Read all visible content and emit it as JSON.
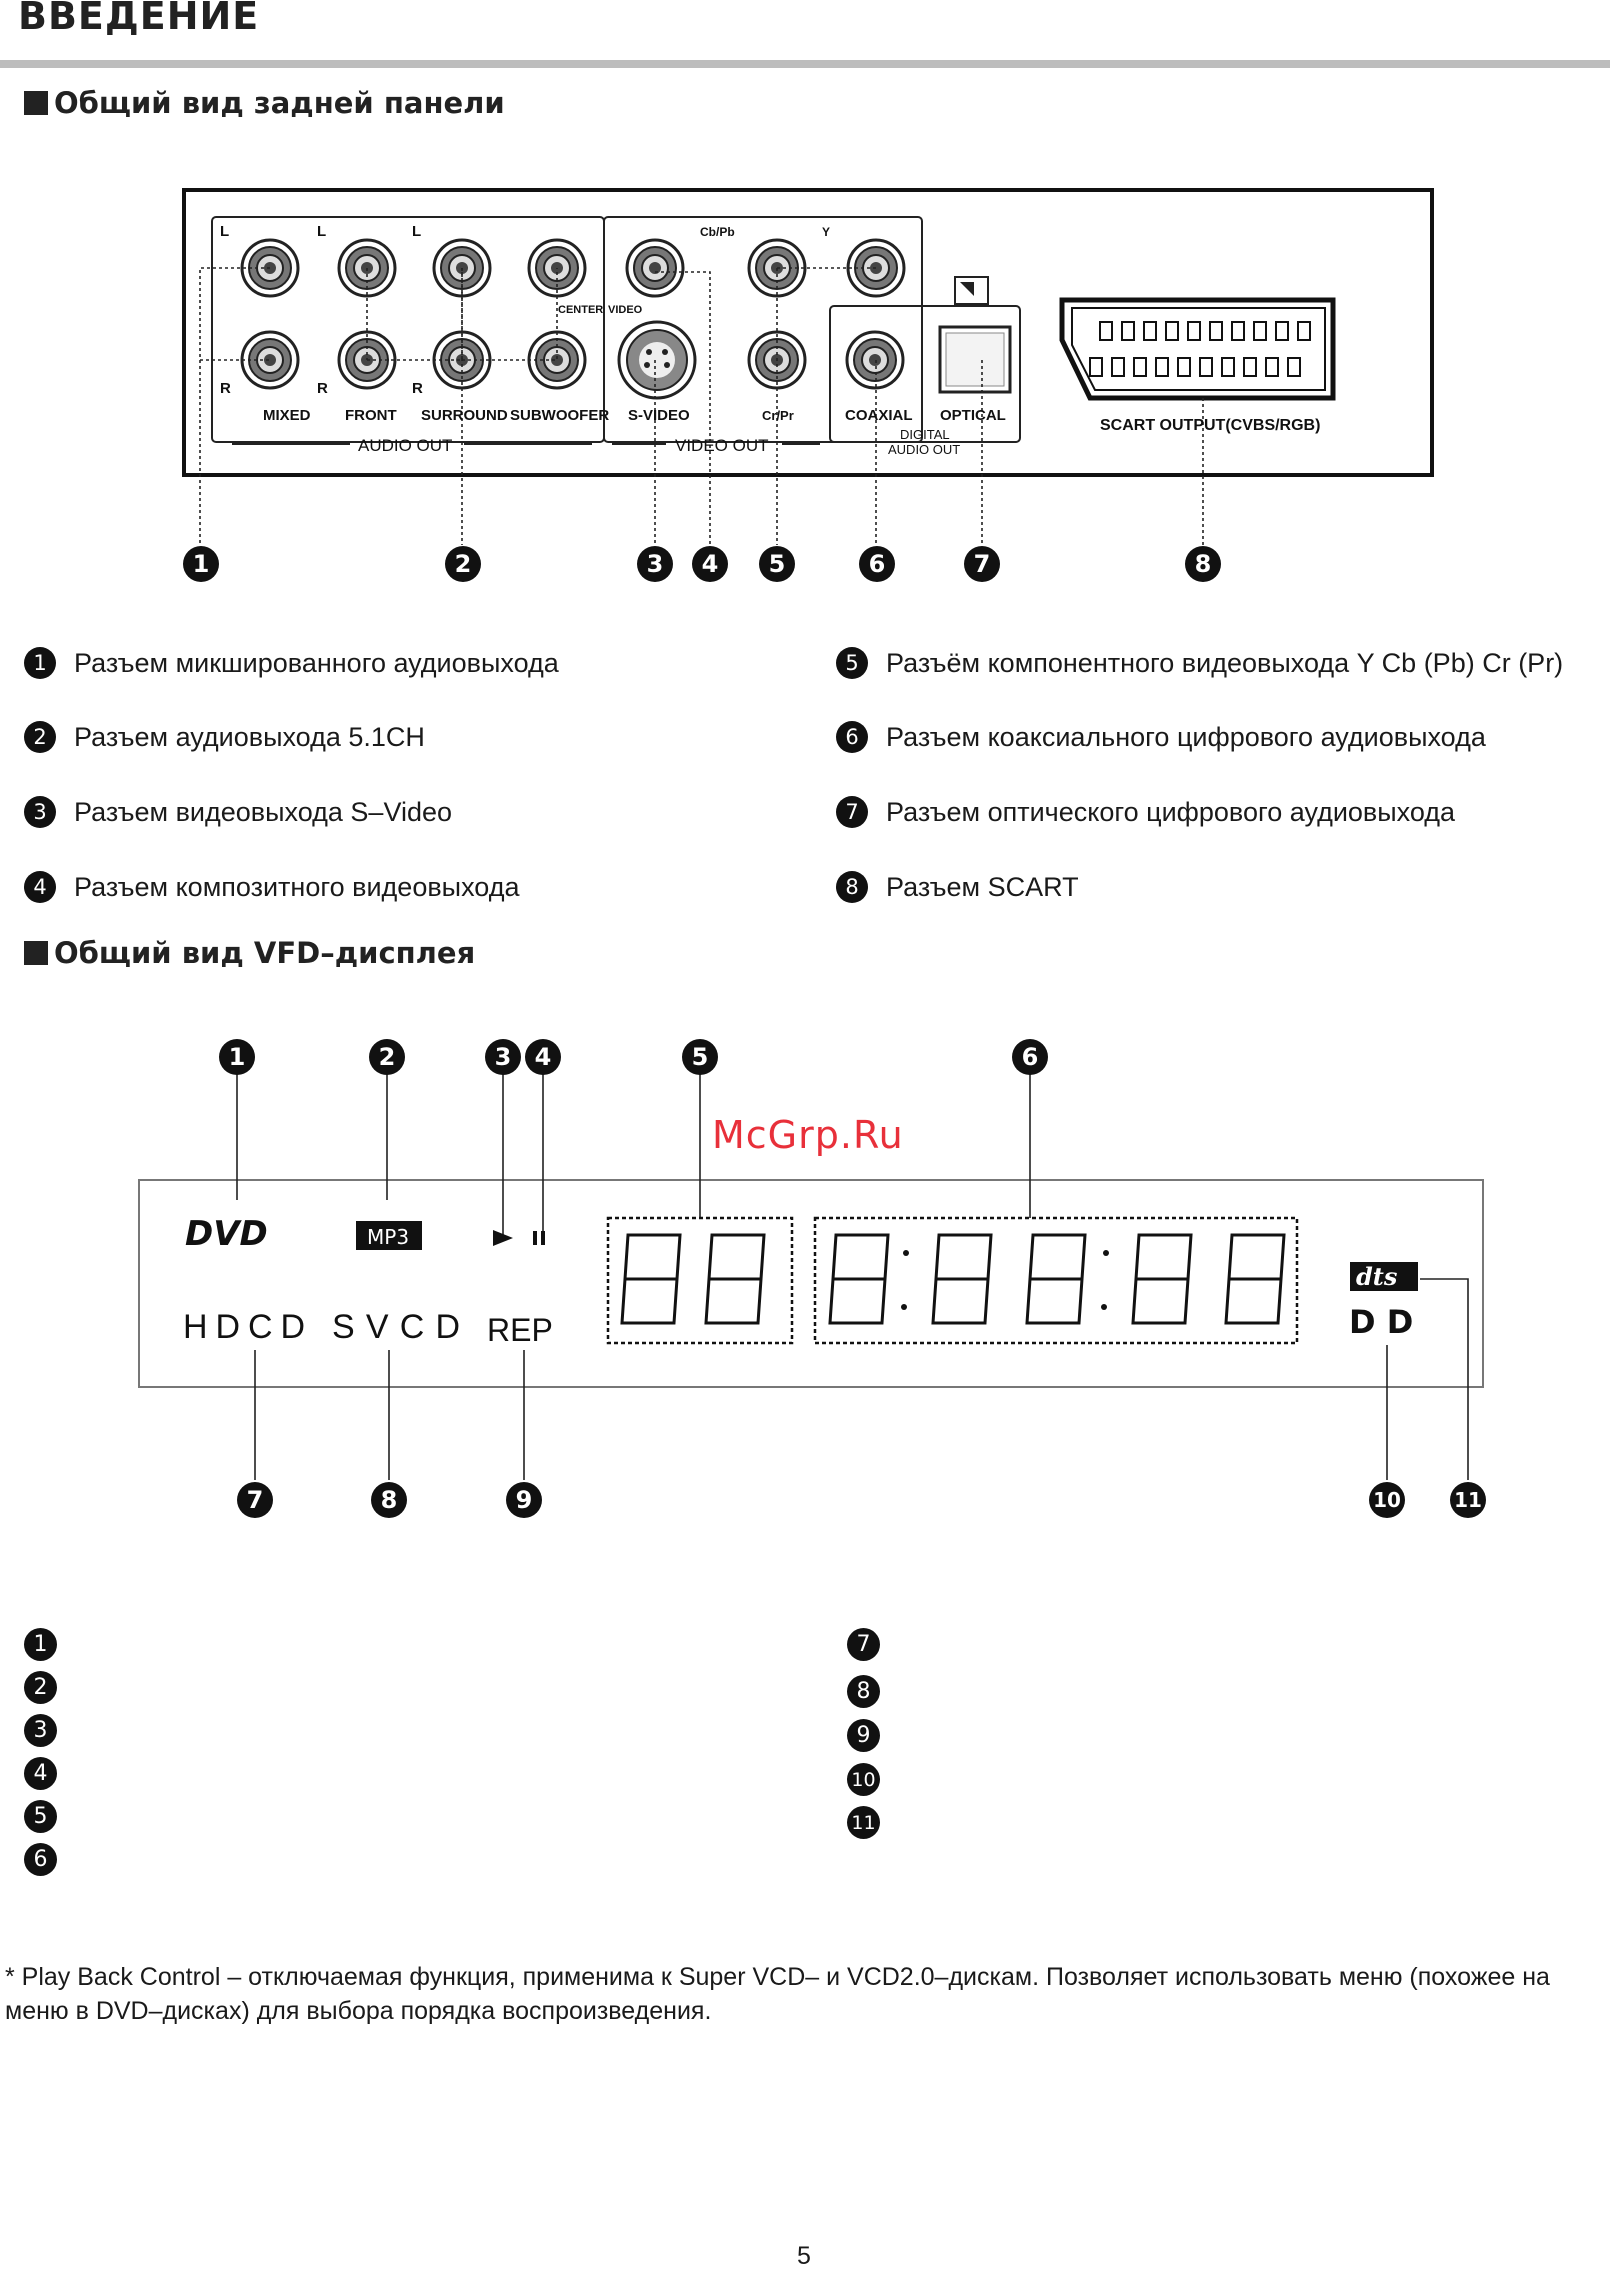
{
  "page_title": "ВВЕДЕНИЕ",
  "rear_panel": {
    "heading": "Общий вид задней панели",
    "panel_labels": {
      "L": "L",
      "R": "R",
      "cb_pb": "Cb/Pb",
      "y": "Y",
      "center": "CENTER",
      "video": "VIDEO",
      "cr_pr": "Cr/Pr",
      "mixed": "MIXED",
      "front": "FRONT",
      "surround": "SURROUND",
      "subwoofer": "SUBWOOFER",
      "s_video": "S-VIDEO",
      "coaxial": "COAXIAL",
      "optical": "OPTICAL",
      "audio_out": "AUDIO OUT",
      "video_out": "VIDEO OUT",
      "digital_audio_out_1": "DIGITAL",
      "digital_audio_out_2": "AUDIO OUT",
      "scart": "SCART OUTPUT(CVBS/RGB)"
    },
    "callouts": [
      "1",
      "2",
      "3",
      "4",
      "5",
      "6",
      "7",
      "8"
    ],
    "legend_left": [
      {
        "num": "1",
        "text": "Разъем микшированного аудиовыхода"
      },
      {
        "num": "2",
        "text": "Разъем аудиовыхода 5.1CH"
      },
      {
        "num": "3",
        "text": "Разъем видеовыхода S–Video"
      },
      {
        "num": "4",
        "text": "Разъем композитного видеовыхода"
      }
    ],
    "legend_right": [
      {
        "num": "5",
        "text": "Разъём компонентного видеовыхода Y Cb (Pb) Cr (Pr)"
      },
      {
        "num": "6",
        "text": "Разъем коаксиального цифрового аудиовыхода"
      },
      {
        "num": "7",
        "text": "Разъем оптического цифрового аудиовыхода"
      },
      {
        "num": "8",
        "text": "Разъем SCART"
      }
    ]
  },
  "vfd": {
    "heading": "Общий вид VFD–дисплея",
    "watermark": "McGrp.Ru",
    "indicators": {
      "dvd": "DVD",
      "mp3": "MP3",
      "play": "►",
      "pause": "II",
      "hdcd": "HDCD",
      "svcd": "SVCD",
      "rep": "REP",
      "dts": "dts",
      "dolby": "D D"
    },
    "callouts_top": [
      "1",
      "2",
      "3",
      "4",
      "5",
      "6"
    ],
    "callouts_bottom": [
      "7",
      "8",
      "9",
      "10",
      "11"
    ],
    "legend_left": [
      "1",
      "2",
      "3",
      "4",
      "5",
      "6"
    ],
    "legend_right": [
      "7",
      "8",
      "9",
      "10",
      "11"
    ]
  },
  "footnote": "* Play Back Control – отключаемая функция, применима к Super VCD– и VCD2.0–дискам. Позволяет использовать меню (похожее на меню в DVD–дисках) для выбора порядка воспроизведения.",
  "page_number": "5"
}
